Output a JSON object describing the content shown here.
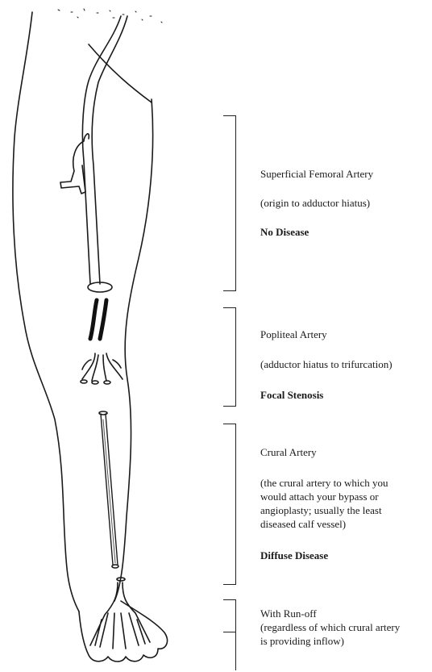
{
  "segments": {
    "sfa": {
      "name": "Superficial Femoral Artery",
      "range": "(origin to adductor hiatus)",
      "status": "No Disease"
    },
    "popliteal": {
      "name": "Popliteal Artery",
      "range": "(adductor hiatus to trifurcation)",
      "status": "Focal Stenosis"
    },
    "crural": {
      "name": "Crural Artery",
      "description_lines": [
        "(the crural artery to which you",
        "would attach your bypass or",
        "angioplasty; usually the least",
        "diseased calf vessel)"
      ],
      "status": "Diffuse Disease"
    },
    "runoff": {
      "name": "With Run-off",
      "description_lines": [
        "(regardless of which crural artery",
        "is providing inflow)"
      ]
    }
  }
}
